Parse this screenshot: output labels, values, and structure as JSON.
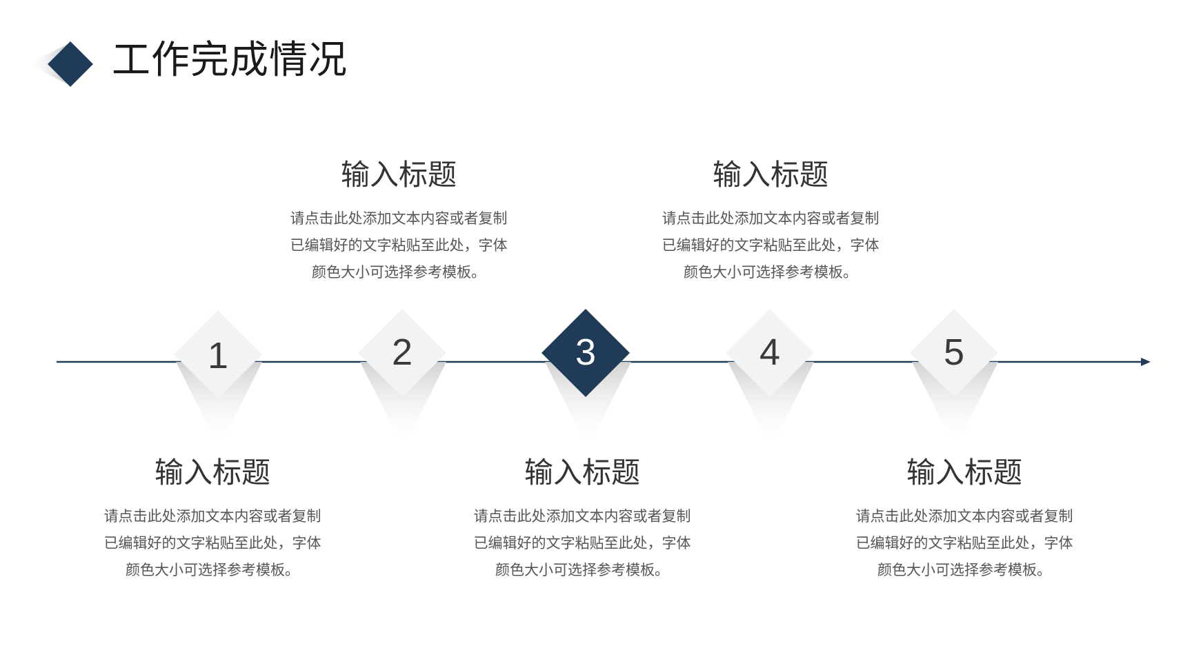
{
  "page": {
    "title": "工作完成情况"
  },
  "colors": {
    "accent": "#1f3b57",
    "diamond_light": "#f2f3f5",
    "shadow": "#d9d9d9",
    "line": "#1f3b57"
  },
  "steps": [
    {
      "number": "1",
      "active": false
    },
    {
      "number": "2",
      "active": false
    },
    {
      "number": "3",
      "active": true
    },
    {
      "number": "4",
      "active": false
    },
    {
      "number": "5",
      "active": false
    }
  ],
  "blocks": [
    {
      "title": "输入标题",
      "lines": [
        "请点击此处添加文本内容或者复制",
        "已编辑好的文字粘贴至此处，字体",
        "颜色大小可选择参考模板。"
      ]
    },
    {
      "title": "输入标题",
      "lines": [
        "请点击此处添加文本内容或者复制",
        "已编辑好的文字粘贴至此处，字体",
        "颜色大小可选择参考模板。"
      ]
    },
    {
      "title": "输入标题",
      "lines": [
        "请点击此处添加文本内容或者复制",
        "已编辑好的文字粘贴至此处，字体",
        "颜色大小可选择参考模板。"
      ]
    },
    {
      "title": "输入标题",
      "lines": [
        "请点击此处添加文本内容或者复制",
        "已编辑好的文字粘贴至此处，字体",
        "颜色大小可选择参考模板。"
      ]
    },
    {
      "title": "输入标题",
      "lines": [
        "请点击此处添加文本内容或者复制",
        "已编辑好的文字粘贴至此处，字体",
        "颜色大小可选择参考模板。"
      ]
    }
  ]
}
